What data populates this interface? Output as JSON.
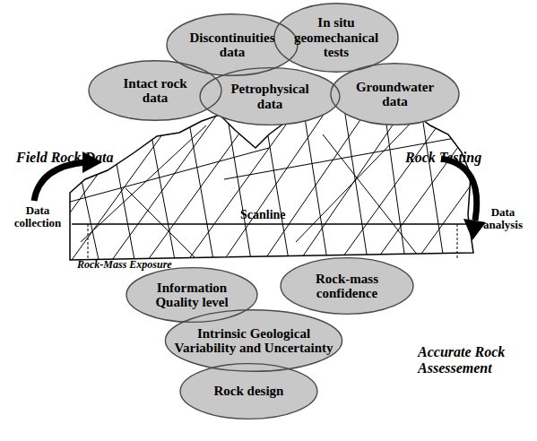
{
  "diagram": {
    "nodes": [
      {
        "text": [
          "Discontinuities data"
        ]
      },
      {
        "text": [
          "In situ geomechanical tests"
        ]
      },
      {
        "text": [
          "Intact rock data"
        ]
      },
      {
        "text": [
          "Petrophysical data"
        ]
      },
      {
        "text": [
          "Groundwater data"
        ]
      },
      {
        "text": [
          "Information Quality level"
        ]
      },
      {
        "text": [
          "Rock-mass confidence"
        ]
      },
      {
        "text": [
          "Intrinsic Geological Variability and Uncertainty"
        ]
      },
      {
        "text": [
          "Rock design"
        ]
      }
    ],
    "labels": [
      "Field Rock Data",
      "Rock Testing",
      "Data collection",
      "Data analysis",
      "Scanline",
      "Rock-Mass Exposure",
      "Accurate Rock Assessement"
    ]
  }
}
